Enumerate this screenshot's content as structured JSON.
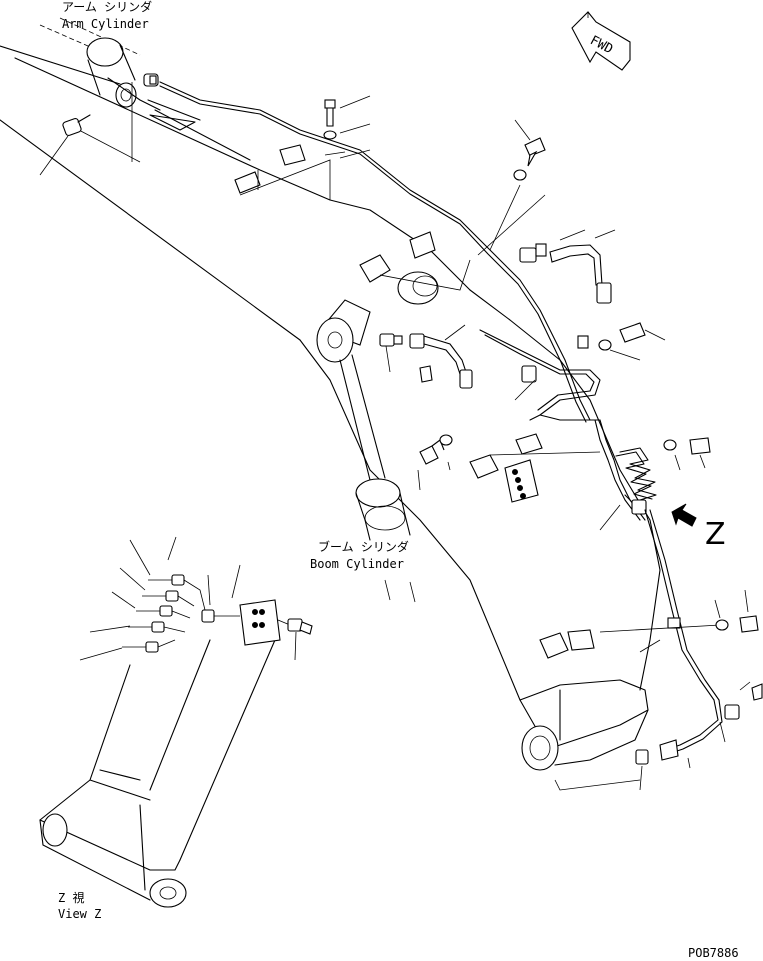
{
  "labels": {
    "arm_cylinder_jp": "アーム シリンダ",
    "arm_cylinder_en": "Arm Cylinder",
    "boom_cylinder_jp": "ブーム シリンダ",
    "boom_cylinder_en": "Boom Cylinder",
    "view_z_jp": "Z 視",
    "view_z_en": "View Z",
    "z_marker": "Z",
    "fwd": "FWD",
    "drawing_code": "POB7886"
  }
}
